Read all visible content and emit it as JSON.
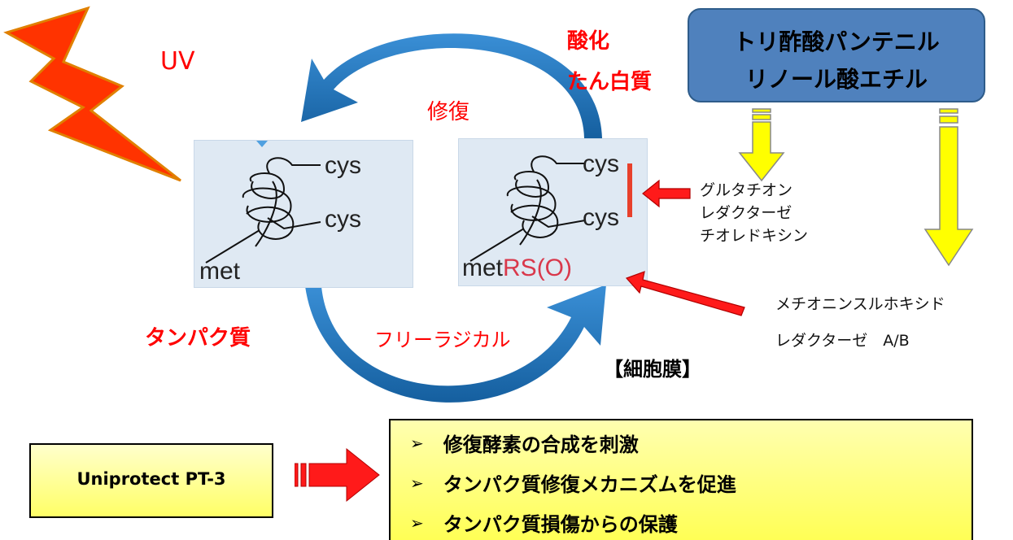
{
  "labels": {
    "uv": "UV",
    "oxidized_protein_line1": "酸化",
    "oxidized_protein_line2": "たん白質",
    "repair": "修復",
    "protein": "タンパク質",
    "free_radical": "フリーラジカル",
    "cell_membrane": "【細胞膜】"
  },
  "protein_left": {
    "cys_top": "cys",
    "cys_bottom": "cys",
    "met": "met"
  },
  "protein_right": {
    "cys_top": "cys",
    "cys_bottom": "cys",
    "met": "met",
    "met_oxidized": "RS(O)"
  },
  "ingredients_box": {
    "line1": "トリ酢酸パンテニル",
    "line2": "リノール酸エチル"
  },
  "enzymes": {
    "glutathione": [
      "グルタチオン",
      "レダクターゼ",
      "チオレドキシン"
    ],
    "methionine": [
      "メチオニンスルホキシド",
      "レダクターゼ　A/B"
    ]
  },
  "product": {
    "name": "Uniprotect PT-3"
  },
  "effects": [
    "修復酵素の合成を刺激",
    "タンパク質修復メカニズムを促進",
    "タンパク質損傷からの保護"
  ],
  "colors": {
    "red": "#ff0000",
    "blue_arrow": "#1f78c1",
    "blue_box": "#4f81bd",
    "yellow_arrow": "#ffff00",
    "lightning": "#ff3300"
  }
}
